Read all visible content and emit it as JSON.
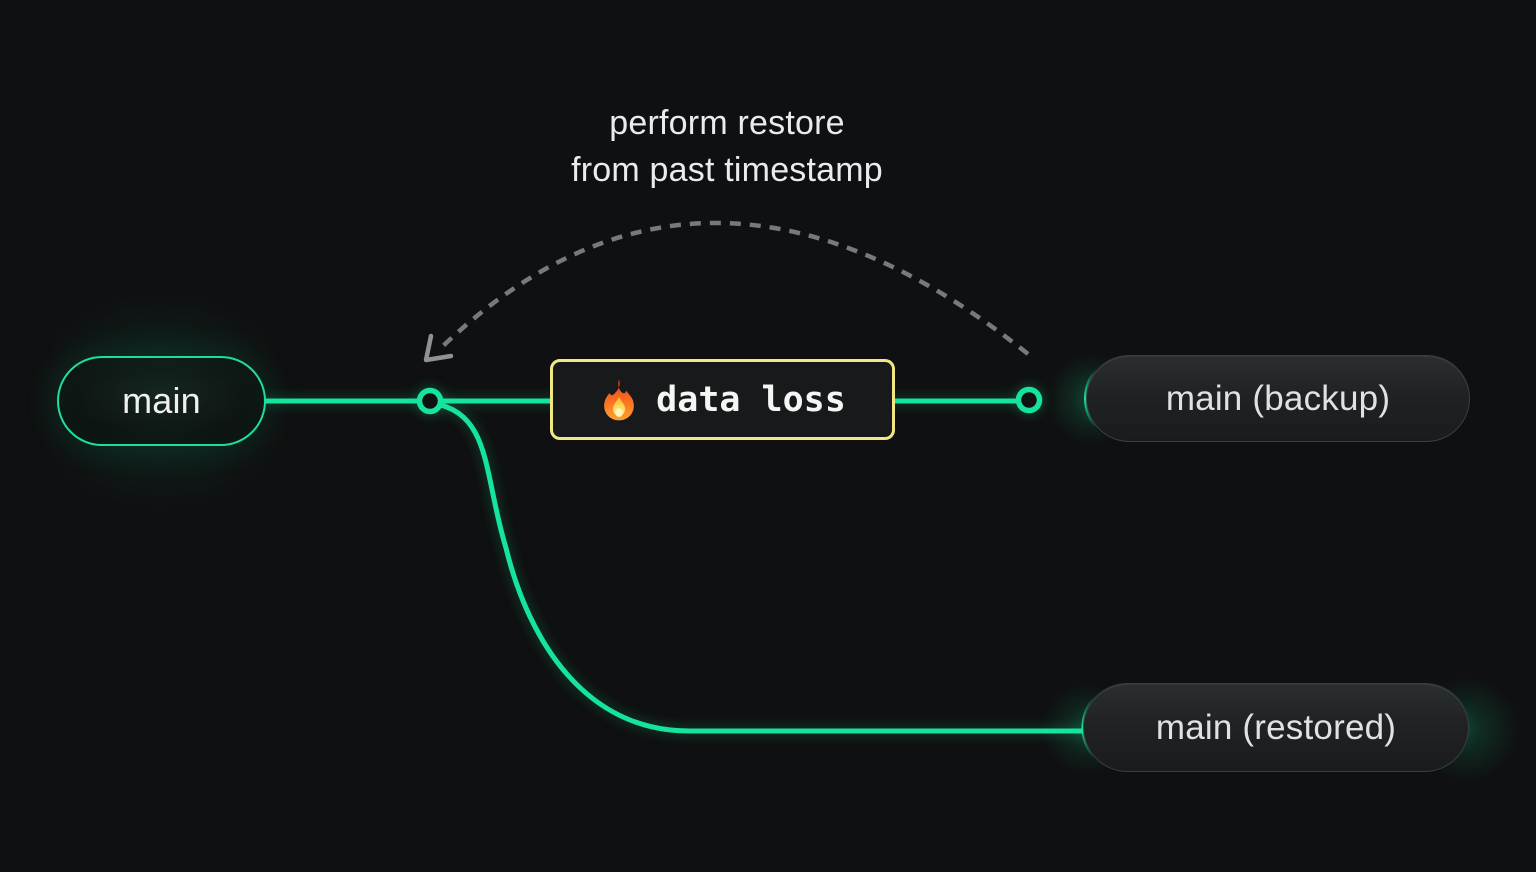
{
  "annotation": {
    "line1": "perform restore",
    "line2": "from past timestamp"
  },
  "nodes": {
    "main": {
      "label": "main"
    },
    "backup": {
      "label": "main (backup)"
    },
    "restored": {
      "label": "main (restored)"
    }
  },
  "event": {
    "label": "data loss",
    "icon": "fire-icon"
  },
  "colors": {
    "background": "#0f1011",
    "branch_green": "#17e49c",
    "warning_yellow": "#f1e884",
    "dashed_gray": "#77797b",
    "arrow_gray": "#8f9294",
    "text_light": "#e9ebed",
    "pill_text": "#dfe2e4",
    "pill_border": "#3b3e40",
    "box_bg": "#17191b"
  }
}
